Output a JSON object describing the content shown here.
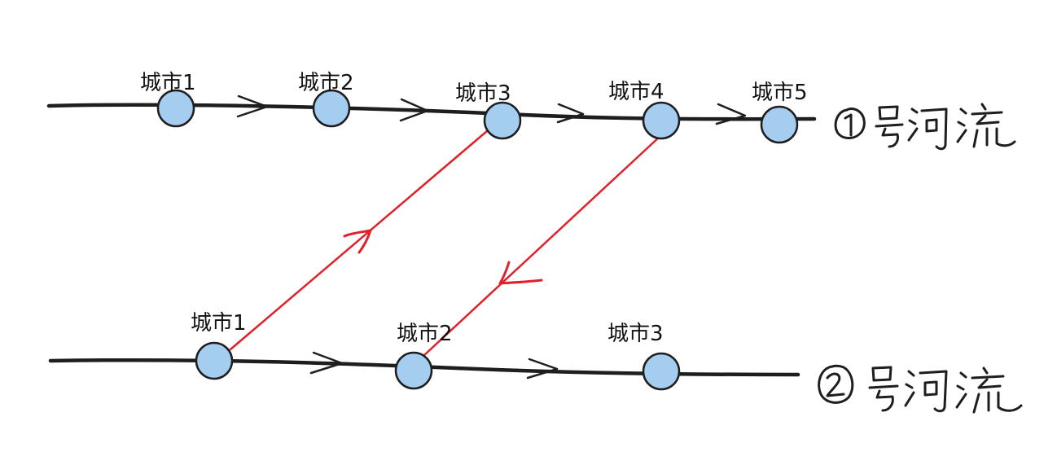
{
  "diagram": {
    "river_1": {
      "cities": [
        {
          "label": "城市1"
        },
        {
          "label": "城市2"
        },
        {
          "label": "城市3"
        },
        {
          "label": "城市4"
        },
        {
          "label": "城市5"
        }
      ],
      "handwritten_label": "①号河流"
    },
    "river_2": {
      "cities": [
        {
          "label": "城市1"
        },
        {
          "label": "城市2"
        },
        {
          "label": "城市3"
        }
      ],
      "handwritten_label": "②号河流"
    },
    "connections": [
      {
        "from": "river_2.城市1",
        "to": "river_1.城市3",
        "direction": "up"
      },
      {
        "from": "river_1.城市4",
        "to": "river_2.城市2",
        "direction": "down"
      }
    ],
    "colors": {
      "river": "#1e1e1e",
      "node_fill": "#a5cdf0",
      "connector": "#e0202a"
    }
  }
}
